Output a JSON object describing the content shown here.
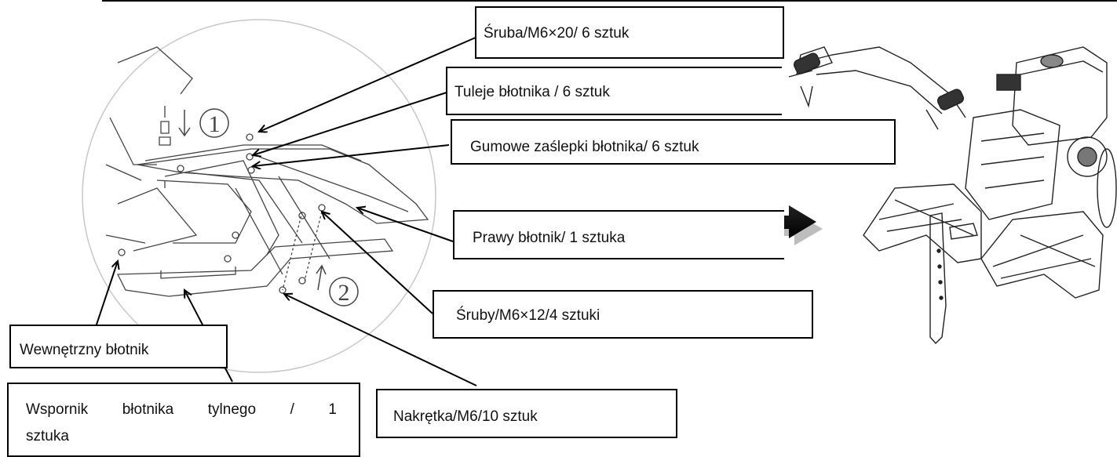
{
  "step_marks": {
    "step1": "1",
    "step2": "2"
  },
  "labels": {
    "screw_m6x20": "Śruba/M6×20/ 6 sztuk",
    "fender_bushings": "Tuleje błotnika / 6 sztuk",
    "rubber_caps": "Gumowe zaślepki błotnika/ 6 sztuk",
    "right_fender": "Prawy błotnik/ 1 sztuka",
    "screws_m6x12": "Śruby/M6×12/4 sztuki",
    "inner_fender": "Wewnętrzny błotnik",
    "rear_bracket_line1": "Wspornik błotnika tylnego / 1",
    "rear_bracket_line2": "sztuka",
    "nut_m6": "Nakrętka/M6/10 sztuk"
  }
}
